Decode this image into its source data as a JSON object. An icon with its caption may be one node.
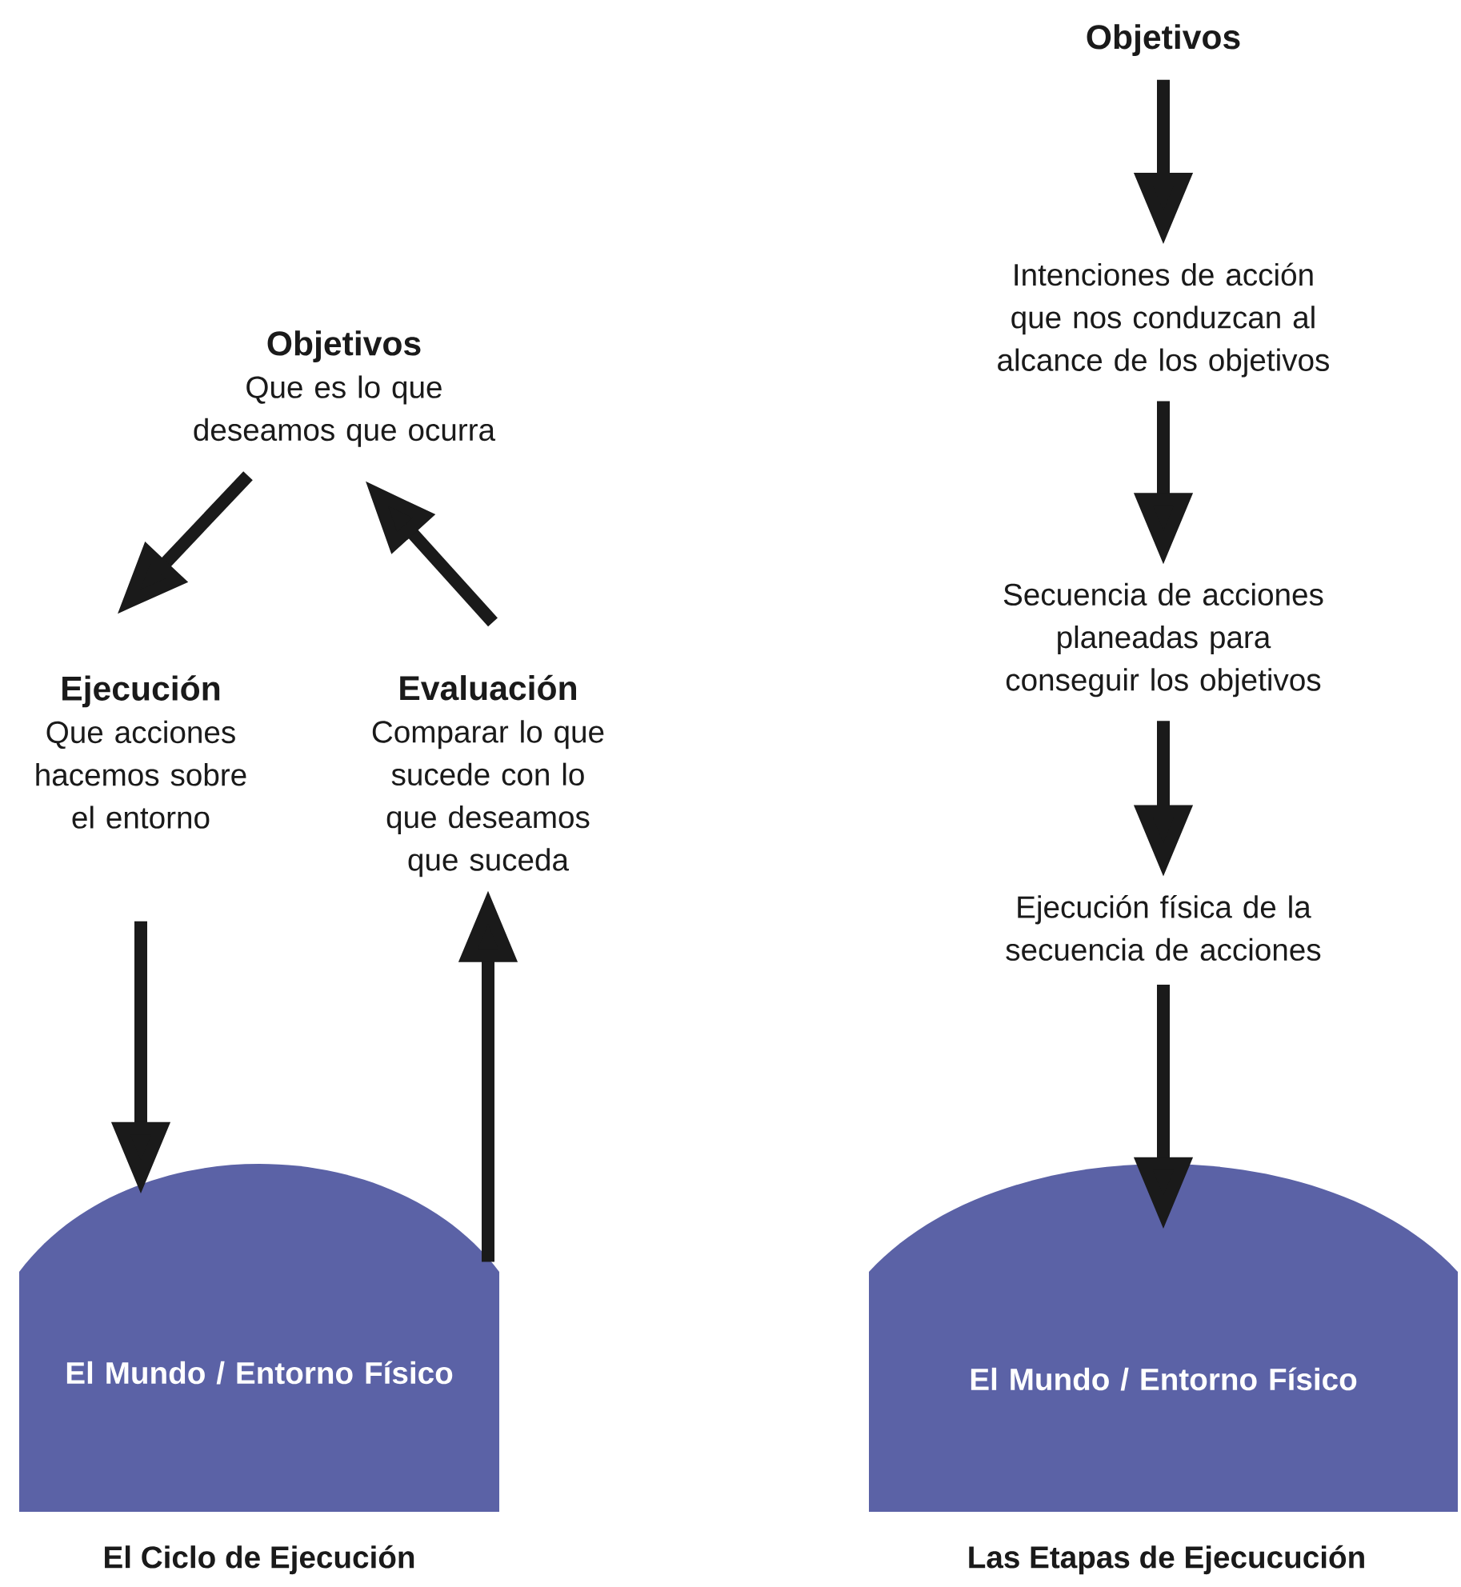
{
  "diagram": {
    "nodes": [
      {
        "text": [
          "Objetivos",
          "Que es lo que deseamos que ocurra"
        ]
      },
      {
        "text": [
          "Ejecución",
          "Que acciones hacemos sobre el entorno"
        ]
      },
      {
        "text": [
          "Evaluación",
          "Comparar lo que sucede con lo que deseamos que suceda"
        ]
      },
      {
        "text": [
          "El Mundo / Entorno Físico"
        ]
      },
      {
        "text": [
          "Objetivos"
        ]
      },
      {
        "text": [
          "Intenciones de acción que nos conduzcan al alcance de los objetivos"
        ]
      },
      {
        "text": [
          "Secuencia de acciones planeadas para conseguir los objetivos"
        ]
      },
      {
        "text": [
          "Ejecución física de la secuencia de acciones"
        ]
      },
      {
        "text": [
          "El Mundo / Entorno Físico"
        ]
      }
    ],
    "edges": [
      {
        "from": 0,
        "to": 1,
        "arrow": "to"
      },
      {
        "from": 2,
        "to": 0,
        "arrow": "to"
      },
      {
        "from": 1,
        "to": 3,
        "arrow": "to"
      },
      {
        "from": 3,
        "to": 2,
        "arrow": "to"
      },
      {
        "from": 4,
        "to": 5,
        "arrow": "to"
      },
      {
        "from": 5,
        "to": 6,
        "arrow": "to"
      },
      {
        "from": 6,
        "to": 7,
        "arrow": "to"
      },
      {
        "from": 7,
        "to": 8,
        "arrow": "to"
      }
    ],
    "labels": [
      "El Ciclo de Ejecución",
      "Las Etapas de Ejecucución"
    ]
  }
}
